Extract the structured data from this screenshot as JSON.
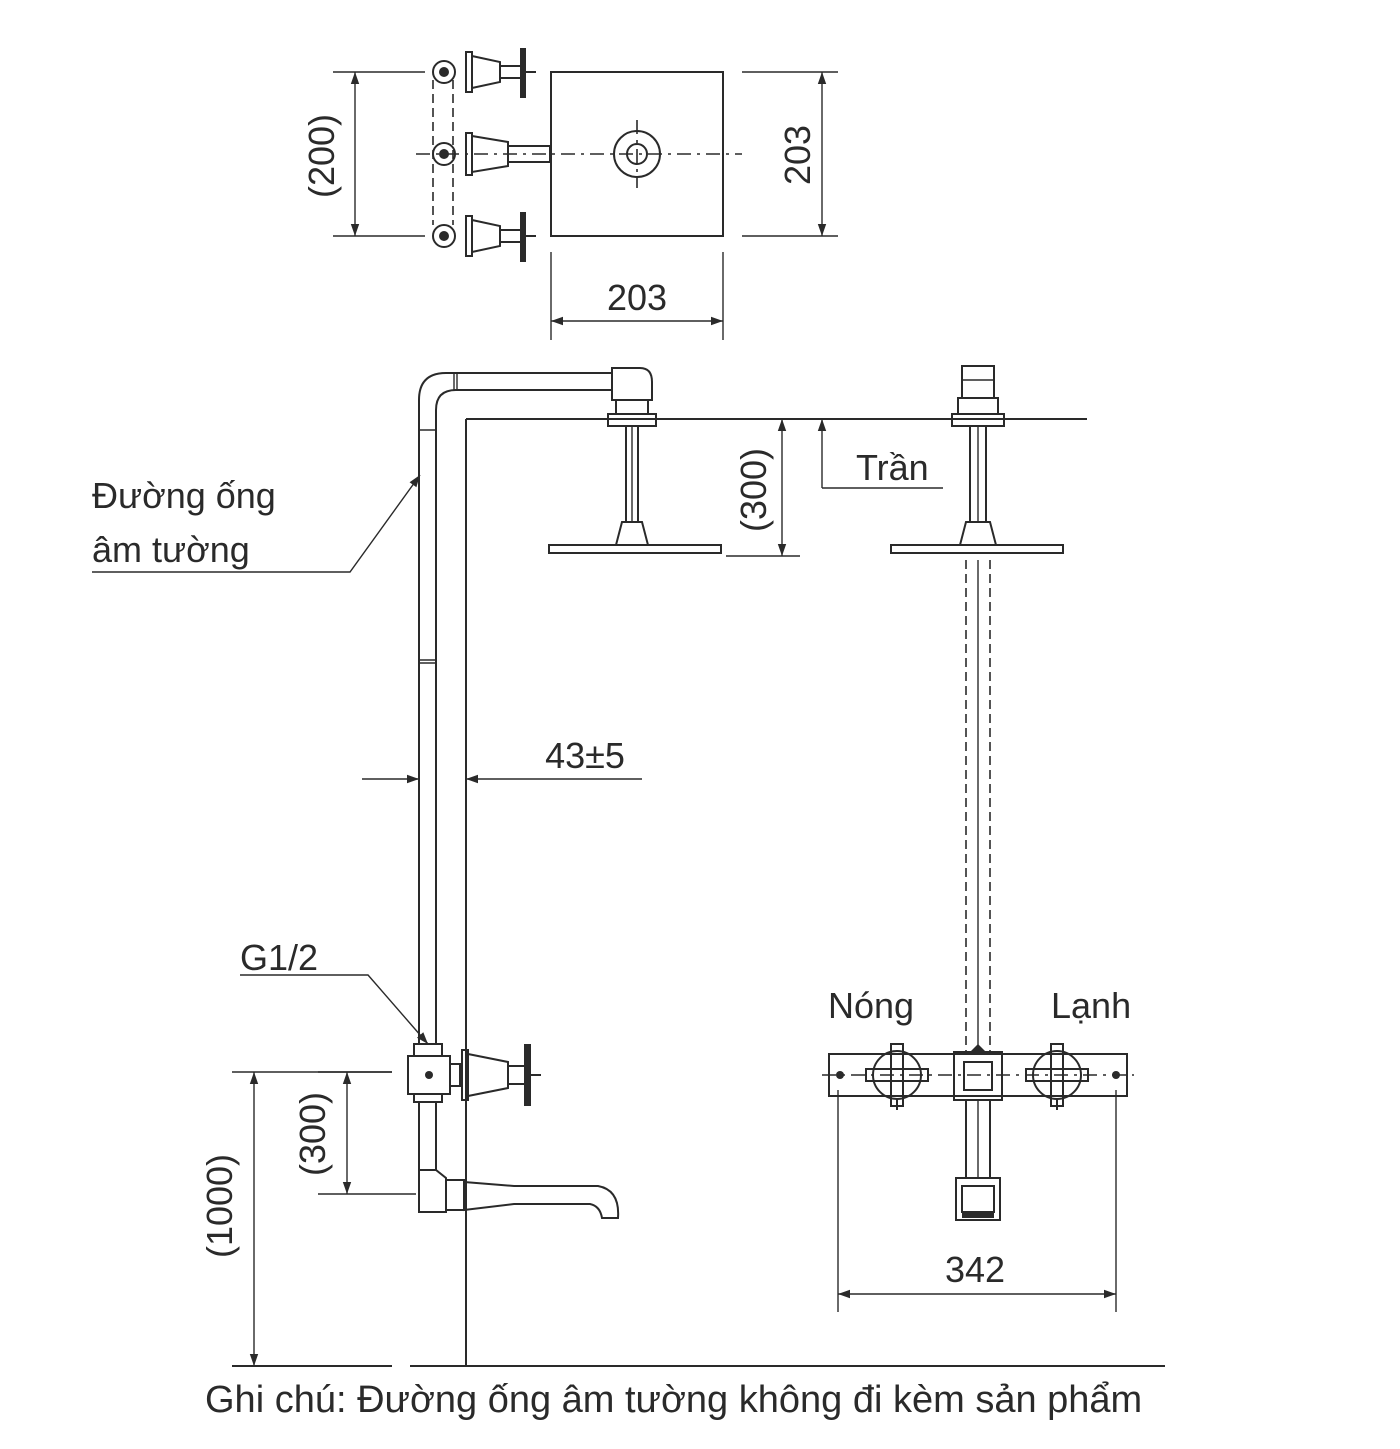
{
  "top_view": {
    "dim_height_bracket": "(200)",
    "dim_plate_height": "203",
    "dim_plate_width": "203"
  },
  "side_view": {
    "pipe_label_line1": "Đường ống",
    "pipe_label_line2": "âm tường",
    "ceiling_label": "Trần",
    "dim_ceiling_drop": "(300)",
    "dim_wall_offset": "43±5",
    "thread_label": "G1/2",
    "dim_valve_to_spout": "(300)",
    "dim_floor_to_valve": "(1000)"
  },
  "front_view": {
    "hot_label": "Nóng",
    "cold_label": "Lạnh",
    "dim_width": "342"
  },
  "note": "Ghi chú: Đường ống âm tường không đi kèm sản phẩm"
}
